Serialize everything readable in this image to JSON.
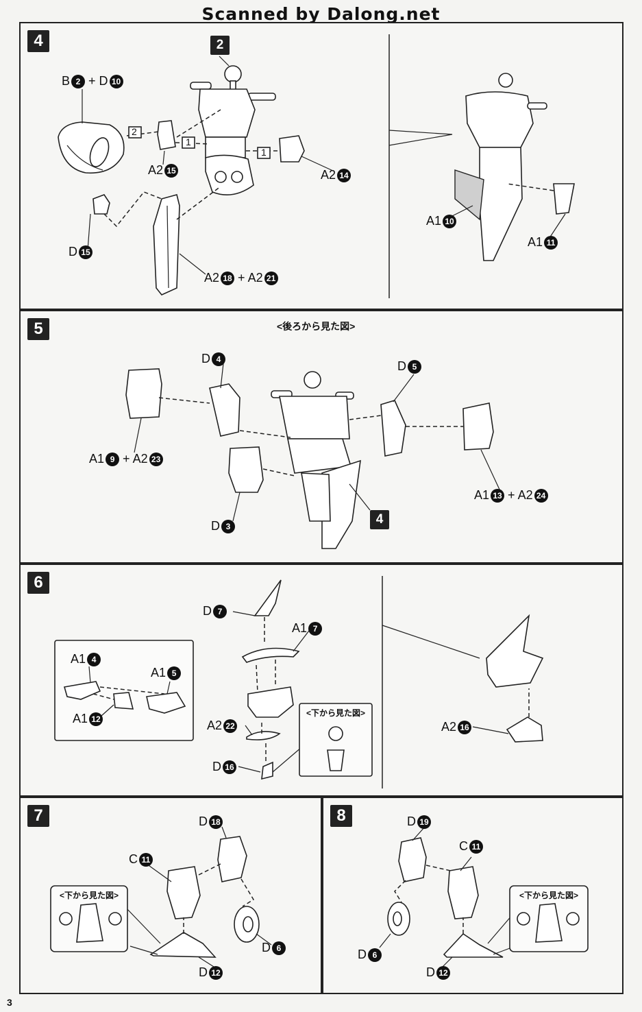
{
  "header": "Scanned by Dalong.net",
  "page_number": "3",
  "steps": {
    "s4": {
      "num": "4",
      "ref_top": "2",
      "labels": {
        "b2d10": [
          "B",
          "2",
          "+ D",
          "10"
        ],
        "a2_15": [
          "A2",
          "15"
        ],
        "a2_14": [
          "A2",
          "14"
        ],
        "d15": [
          "D",
          "15"
        ],
        "a2_18_21": [
          "A2",
          "18",
          "+ A2",
          "21"
        ],
        "a1_10": [
          "A1",
          "10"
        ],
        "a1_11": [
          "A1",
          "11"
        ]
      },
      "order": [
        "2",
        "1",
        "1"
      ]
    },
    "s5": {
      "num": "5",
      "view_note": "<後ろから見た図>",
      "ref_body": "4",
      "labels": {
        "d4": [
          "D",
          "4"
        ],
        "d5": [
          "D",
          "5"
        ],
        "a1_9": [
          "A1",
          "9",
          "+ A2",
          "23"
        ],
        "a1_13": [
          "A1",
          "13",
          "+ A2",
          "24"
        ],
        "d3": [
          "D",
          "3"
        ]
      }
    },
    "s6": {
      "num": "6",
      "labels": {
        "d7": [
          "D",
          "7"
        ],
        "a1_7": [
          "A1",
          "7"
        ],
        "a1_4": [
          "A1",
          "4"
        ],
        "a1_5": [
          "A1",
          "5"
        ],
        "a1_12": [
          "A1",
          "12"
        ],
        "a2_22": [
          "A2",
          "22"
        ],
        "d16": [
          "D",
          "16"
        ],
        "a2_16": [
          "A2",
          "16"
        ]
      },
      "bottom_view": "<下から見た図>"
    },
    "s7": {
      "num": "7",
      "labels": {
        "d18": [
          "D",
          "18"
        ],
        "c11": [
          "C",
          "11"
        ],
        "d6": [
          "D",
          "6"
        ],
        "d12": [
          "D",
          "12"
        ]
      },
      "bottom_view": "<下から見た図>"
    },
    "s8": {
      "num": "8",
      "labels": {
        "d19": [
          "D",
          "19"
        ],
        "c11": [
          "C",
          "11"
        ],
        "d6": [
          "D",
          "6"
        ],
        "d12": [
          "D",
          "12"
        ]
      },
      "bottom_view": "<下から見た図>"
    }
  }
}
